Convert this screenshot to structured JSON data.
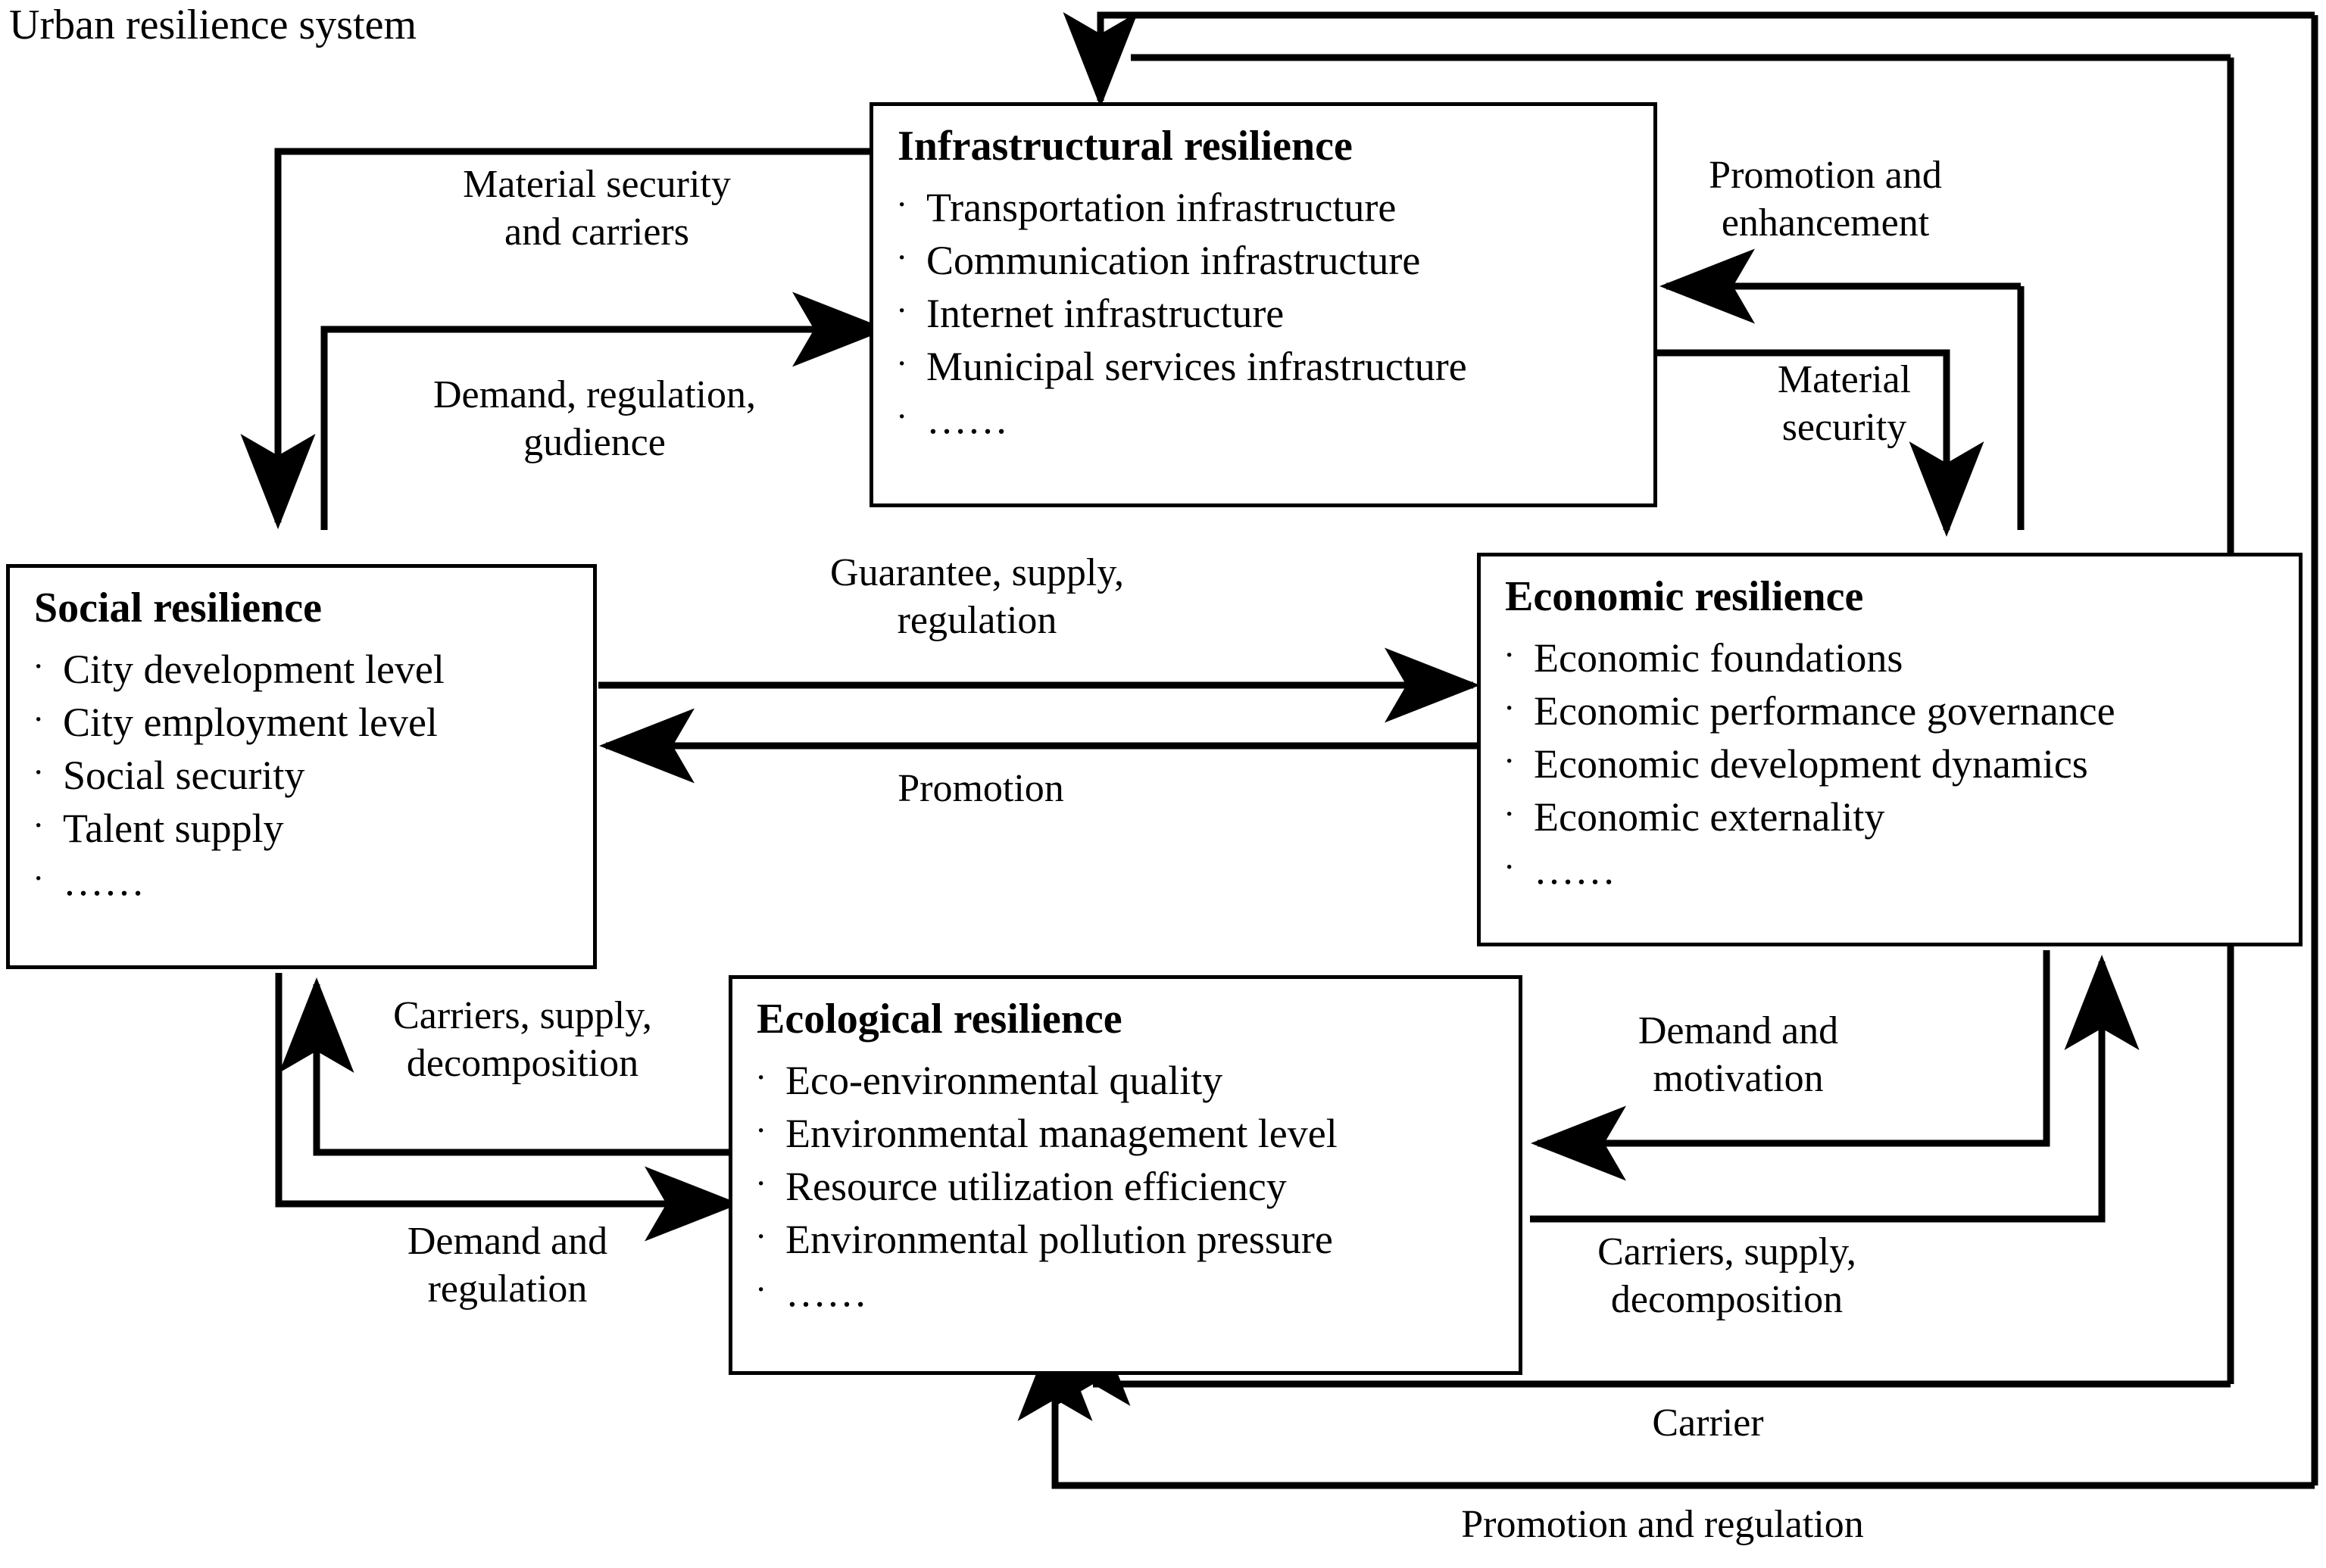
{
  "caption": "Urban resilience system",
  "nodes": {
    "infrastructural": {
      "title": "Infrastructural resilience",
      "items": [
        "Transportation infrastructure",
        "Communication infrastructure",
        "Internet infrastructure",
        "Municipal services infrastructure",
        "……"
      ]
    },
    "social": {
      "title": "Social resilience",
      "items": [
        "City development level",
        "City employment level",
        "Social security",
        "Talent supply",
        "……"
      ]
    },
    "economic": {
      "title": "Economic resilience",
      "items": [
        "Economic foundations",
        "Economic performance governance",
        "Economic development dynamics",
        "Economic externality",
        "……"
      ]
    },
    "ecological": {
      "title": "Ecological resilience",
      "items": [
        "Eco-environmental quality",
        "Environmental management level",
        "Resource utilization efficiency",
        "Environmental pollution pressure",
        "……"
      ]
    }
  },
  "edge_labels": {
    "material_security_and_carriers": "Material security\nand carriers",
    "demand_regulation_gudience": "Demand, regulation,\ngudience",
    "promotion_and_enhancement": "Promotion and\nenhancement",
    "material_security": "Material\nsecurity",
    "guarantee_supply_regulation": "Guarantee, supply,\nregulation",
    "promotion": "Promotion",
    "carriers_supply_decomposition_left": "Carriers, supply,\ndecomposition",
    "demand_and_regulation": "Demand and\nregulation",
    "demand_and_motivation": "Demand and\nmotivation",
    "carriers_supply_decomposition_right": "Carriers, supply,\ndecomposition",
    "carrier": "Carrier",
    "promotion_and_regulation": "Promotion and regulation"
  },
  "style": {
    "line_color": "#000000",
    "background": "#ffffff"
  },
  "bullet_glyph": "·"
}
